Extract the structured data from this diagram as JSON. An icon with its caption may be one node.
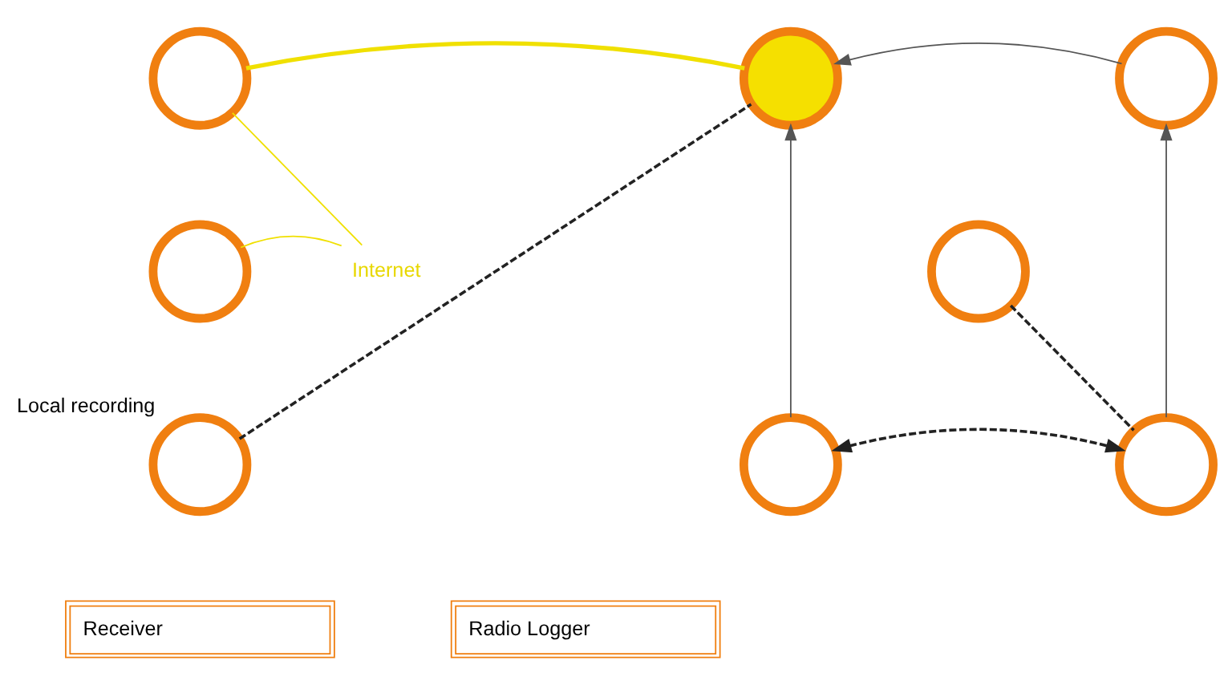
{
  "diagram": {
    "nodes": [
      {
        "text": [],
        "shape": "circle"
      },
      {
        "text": [],
        "shape": "circle"
      },
      {
        "text": [],
        "shape": "circle"
      },
      {
        "text": [],
        "shape": "circle"
      },
      {
        "text": [
          "Internet"
        ]
      },
      {
        "text": [],
        "shape": "circle"
      },
      {
        "text": [],
        "shape": "circle",
        "beside": [
          "Local recording"
        ]
      },
      {
        "text": [],
        "shape": "circle"
      },
      {
        "text": [],
        "shape": "circle"
      }
    ],
    "edges": [
      {
        "from": 0,
        "to": 1,
        "arrow": "none",
        "color": "#f0e000",
        "style": "thick"
      },
      {
        "from": 0,
        "to": 4,
        "arrow": "none",
        "color": "#f0e000"
      },
      {
        "from": 3,
        "to": 4,
        "arrow": "none",
        "color": "#f0e000"
      },
      {
        "from": 2,
        "to": 1,
        "arrow": "to",
        "color": "#555555"
      },
      {
        "from": 7,
        "to": 1,
        "arrow": "to",
        "color": "#555555"
      },
      {
        "from": 8,
        "to": 2,
        "arrow": "to",
        "color": "#555555"
      },
      {
        "from": 6,
        "to": 1,
        "arrow": "none",
        "style": "dashed",
        "color": "#222222"
      },
      {
        "from": 5,
        "to": 8,
        "arrow": "none",
        "style": "dashed",
        "color": "#222222"
      },
      {
        "from": 7,
        "to": 8,
        "arrow": "both",
        "style": "dashed",
        "color": "#222222"
      }
    ],
    "legend": [
      {
        "text": "Receiver"
      },
      {
        "text": "Radio Logger"
      }
    ]
  }
}
